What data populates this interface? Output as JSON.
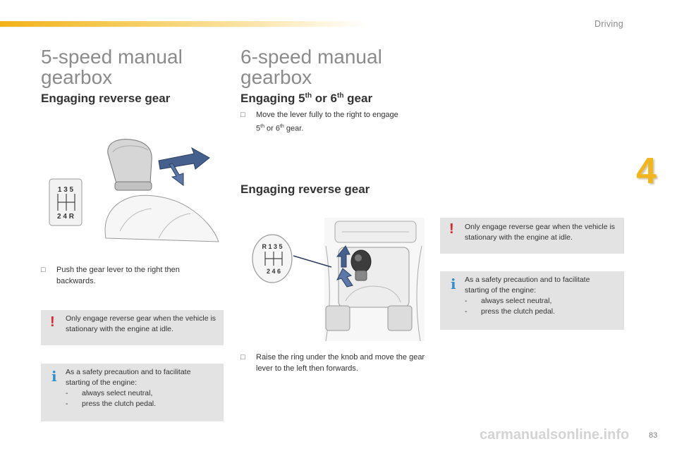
{
  "header": {
    "section": "Driving",
    "chapter": "4",
    "page": "83"
  },
  "left": {
    "title_line1": "5-speed manual",
    "title_line2": "gearbox",
    "subtitle": "Engaging reverse gear",
    "diagram": {
      "row1": "1 3 5",
      "row2": "2 4 R"
    },
    "step": "Push the gear lever to the right then backwards.",
    "warning": "Only engage reverse gear when the vehicle is stationary with the engine at idle.",
    "info": {
      "intro1": "As a safety precaution and to facilitate",
      "intro2": "starting of the engine:",
      "item1": "always select neutral,",
      "item2": "press the clutch pedal."
    }
  },
  "right": {
    "title_line1": "6-speed manual",
    "title_line2": "gearbox",
    "sub1": {
      "pre": "Engaging 5",
      "sup1": "th",
      "mid": " or 6",
      "sup2": "th",
      "post": " gear"
    },
    "step1": {
      "line1": "Move the lever fully to the right to engage",
      "n1": "5",
      "s1": "th",
      "or": " or 6",
      "s2": "th",
      "end": " gear."
    },
    "sub2": "Engaging reverse gear",
    "diagram": {
      "row1": "R 1 3 5",
      "row2": "2 4 6"
    },
    "step2": "Raise the ring under the knob and move the gear lever to the left then forwards.",
    "warning": "Only engage reverse gear when the vehicle is stationary with the engine at idle.",
    "info": {
      "intro1": "As a safety precaution and to facilitate",
      "intro2": "starting of the engine:",
      "item1": "always select neutral,",
      "item2": "press the clutch pedal."
    }
  },
  "icons": {
    "bullet": "check-box-icon",
    "warning": "exclamation-icon",
    "info": "info-icon"
  },
  "colors": {
    "accent": "#f1b51d",
    "warning": "#e0202a",
    "info": "#2b8fd6",
    "box": "#e3e3e3"
  },
  "watermark": "carmanualsonline.info"
}
